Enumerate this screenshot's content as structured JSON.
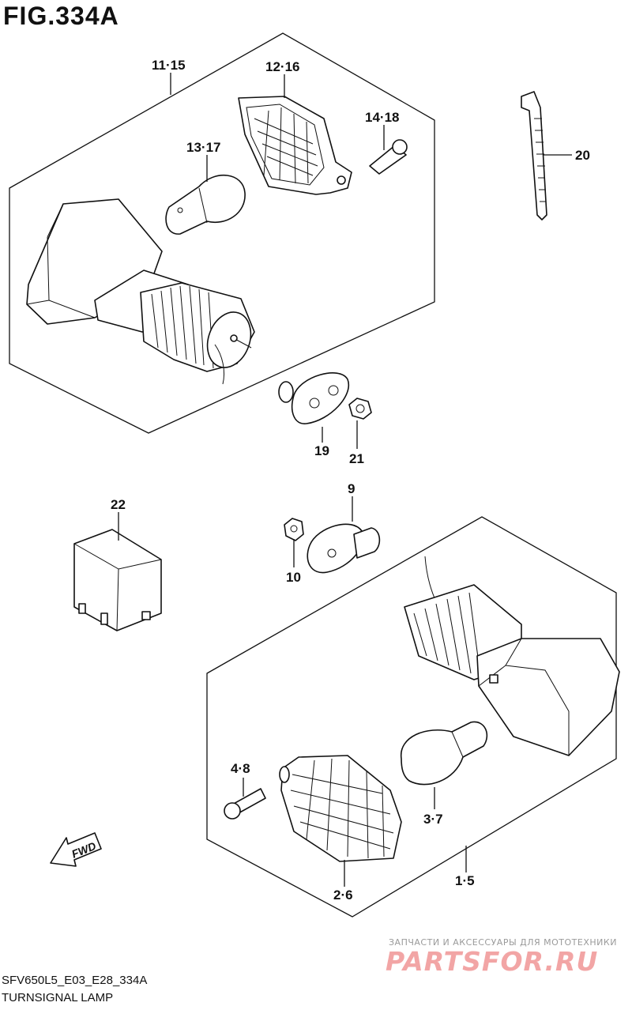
{
  "header": {
    "figure": "FIG.334A"
  },
  "footer": {
    "code": "SFV650L5_E03_E28_334A",
    "title": "TURNSIGNAL LAMP"
  },
  "watermark": {
    "line1": "ЗАПЧАСТИ И АКСЕССУАРЫ ДЛЯ МОТОТЕХНИКИ",
    "line2": "PARTSFOR.RU"
  },
  "direction": {
    "label": "FWD"
  },
  "callouts": {
    "c11_15": "11·15",
    "c12_16": "12·16",
    "c13_17": "13·17",
    "c14_18": "14·18",
    "c20": "20",
    "c19": "19",
    "c21": "21",
    "c22": "22",
    "c9": "9",
    "c10": "10",
    "c4_8": "4·8",
    "c3_7": "3·7",
    "c2_6": "2·6",
    "c1_5": "1·5"
  }
}
